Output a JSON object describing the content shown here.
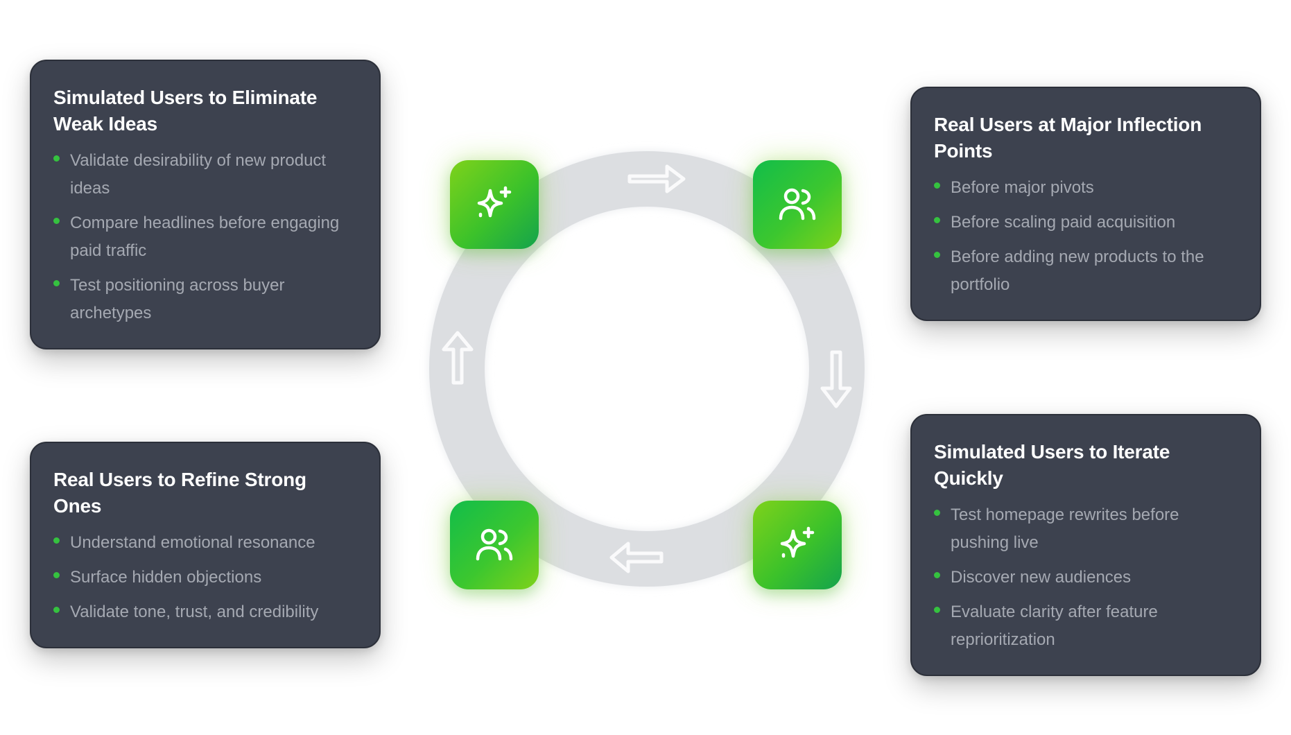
{
  "cards": [
    {
      "title": "Simulated Users to Eliminate Weak Ideas",
      "items": [
        "Validate desirability of new product ideas",
        "Compare headlines before engaging paid traffic",
        "Test positioning across buyer archetypes"
      ]
    },
    {
      "title": "Real Users at Major Inflection Points",
      "items": [
        "Before major pivots",
        "Before scaling paid acquisition",
        "Before adding new products to the portfolio"
      ]
    },
    {
      "title": "Real Users to Refine Strong Ones",
      "items": [
        "Understand emotional resonance",
        "Surface hidden objections",
        "Validate tone, trust, and credibility"
      ]
    },
    {
      "title": "Simulated Users to Iterate Quickly",
      "items": [
        "Test homepage rewrites before pushing live",
        "Discover new audiences",
        "Evaluate clarity after feature reprioritization"
      ]
    }
  ],
  "nodes": [
    {
      "icon": "sparkles-icon"
    },
    {
      "icon": "users-icon"
    },
    {
      "icon": "sparkles-icon"
    },
    {
      "icon": "users-icon"
    }
  ],
  "colors": {
    "card_bg": "#3d424f",
    "bullet": "#35c23f",
    "ring": "#dcdee1",
    "node_gradient_start": "#7ad31a",
    "node_gradient_end": "#0fb84a"
  }
}
